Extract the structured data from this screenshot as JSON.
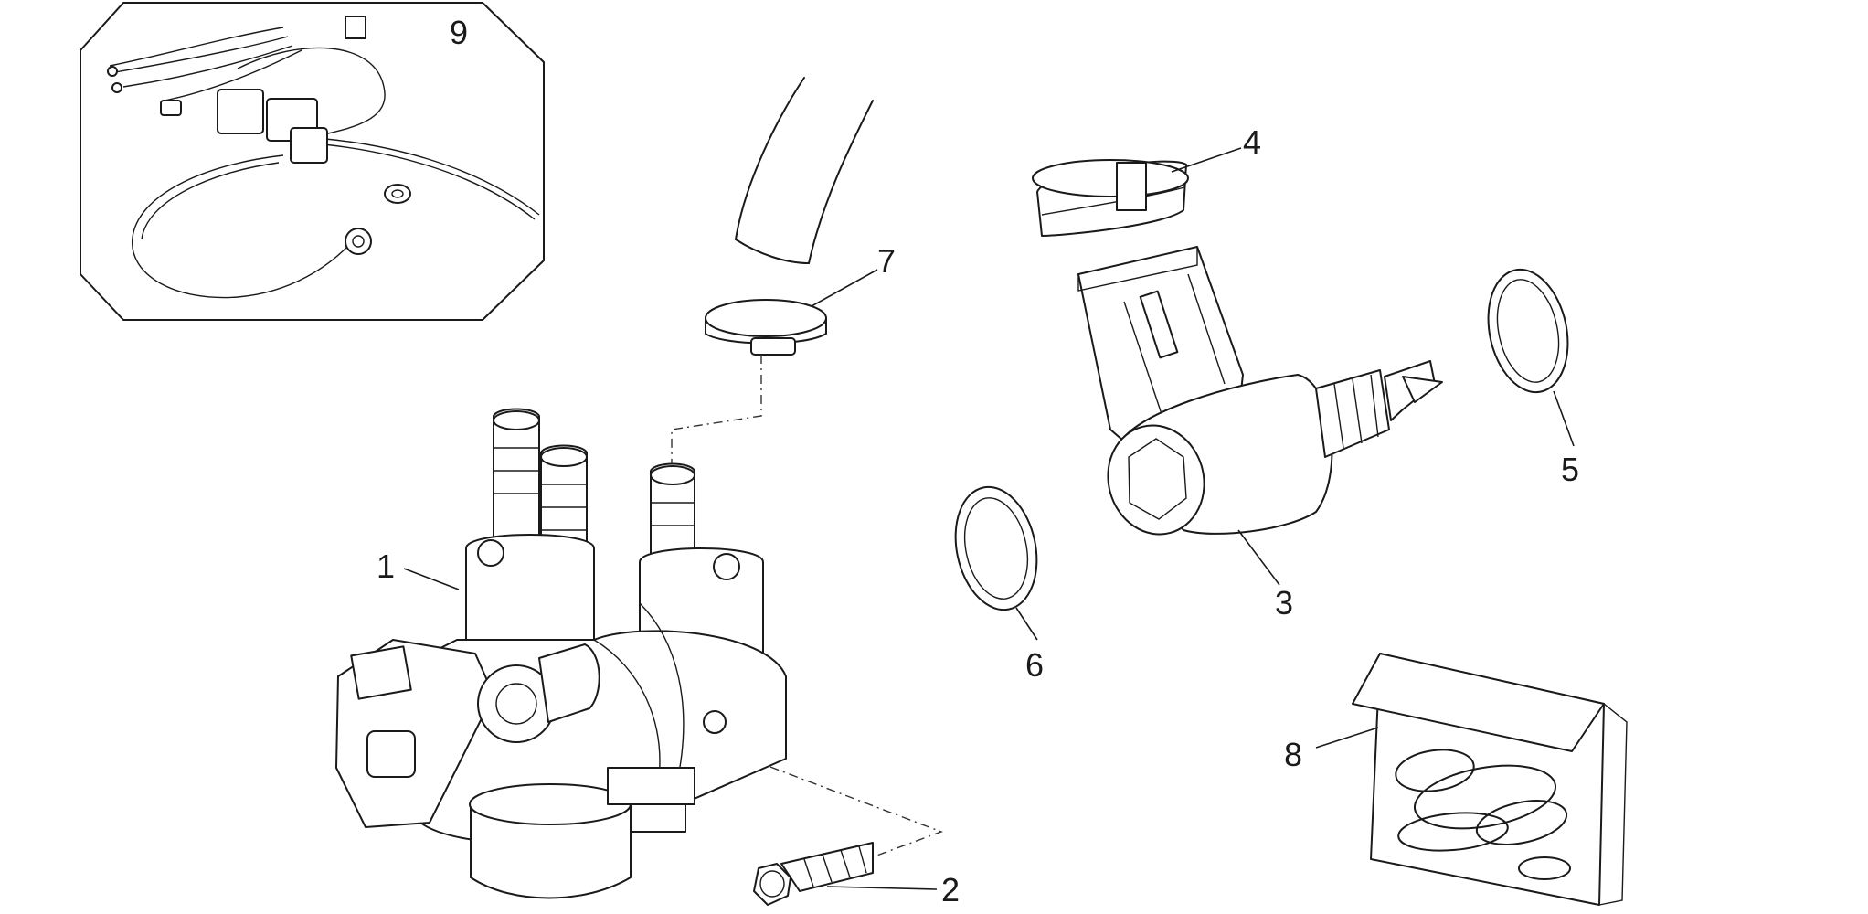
{
  "callouts": {
    "c1": "1",
    "c2": "2",
    "c3": "3",
    "c4": "4",
    "c5": "5",
    "c6": "6",
    "c7": "7",
    "c8": "8",
    "c9": "9"
  },
  "parts": [
    {
      "id": "1",
      "name": "oil-pump-body"
    },
    {
      "id": "2",
      "name": "flange-bolt"
    },
    {
      "id": "3",
      "name": "filter-elbow-fitting"
    },
    {
      "id": "4",
      "name": "rubber-grommet"
    },
    {
      "id": "5",
      "name": "o-ring-large"
    },
    {
      "id": "6",
      "name": "o-ring-small"
    },
    {
      "id": "7",
      "name": "hose-clamp"
    },
    {
      "id": "8",
      "name": "seal-kit-bag"
    },
    {
      "id": "9",
      "name": "wiring-harness-kit"
    }
  ]
}
